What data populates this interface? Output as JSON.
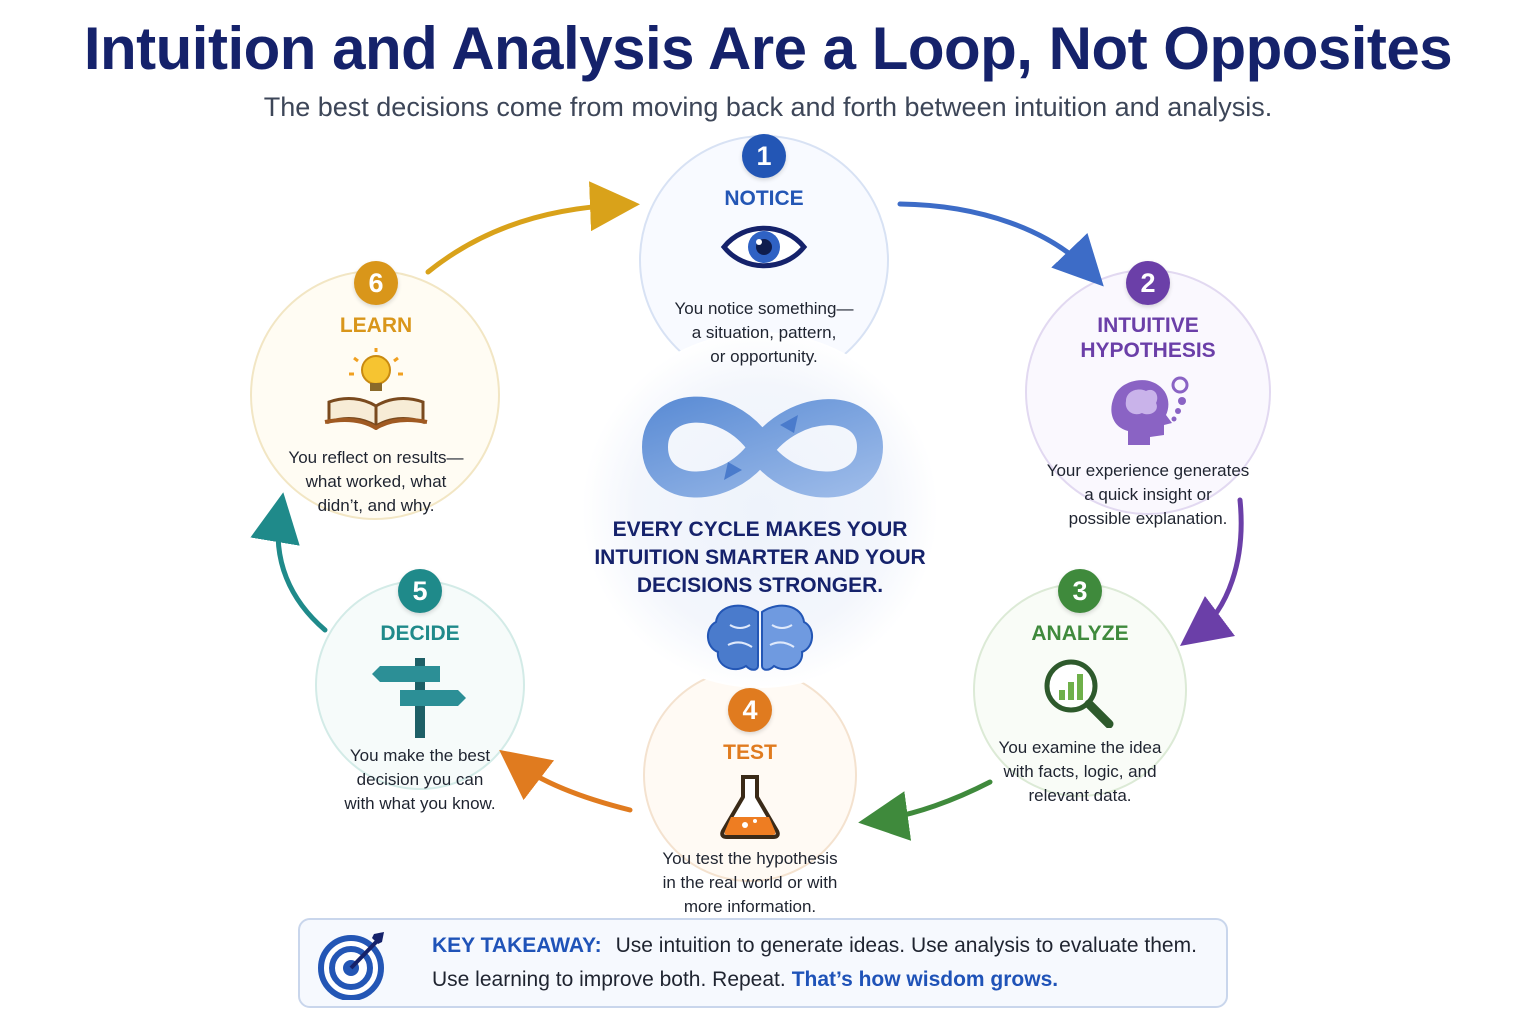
{
  "title": "Intuition and Analysis Are a Loop, Not Opposites",
  "subtitle": "The best decisions come from moving back and forth between intuition and analysis.",
  "colors": {
    "navy": "#15226b",
    "blue": "#2356b5",
    "purple": "#6b3fa8",
    "green": "#3f8a3c",
    "orange": "#e07b1f",
    "teal": "#1f8a8a",
    "gold": "#d9a21a"
  },
  "stages": [
    {
      "number": "1",
      "title": "NOTICE",
      "icon": "eye-icon",
      "description": "You notice something—\na situation, pattern,\nor opportunity."
    },
    {
      "number": "2",
      "title": "INTUITIVE\nHYPOTHESIS",
      "icon": "head-thought-icon",
      "description": "Your experience generates\na quick insight or\npossible explanation."
    },
    {
      "number": "3",
      "title": "ANALYZE",
      "icon": "magnifier-chart-icon",
      "description": "You examine the idea\nwith facts, logic, and\nrelevant data."
    },
    {
      "number": "4",
      "title": "TEST",
      "icon": "flask-icon",
      "description": "You test the hypothesis\nin the real world or with\nmore information."
    },
    {
      "number": "5",
      "title": "DECIDE",
      "icon": "signpost-icon",
      "description": "You make the best\ndecision you can\nwith what you know."
    },
    {
      "number": "6",
      "title": "LEARN",
      "icon": "lightbulb-book-icon",
      "description": "You reflect on results—\nwhat worked, what\ndidn’t, and why."
    }
  ],
  "center": {
    "icon_top": "infinity-loop-icon",
    "text": "EVERY CYCLE MAKES YOUR\nINTUITION SMARTER AND YOUR\nDECISIONS STRONGER.",
    "icon_bottom": "brain-icon"
  },
  "takeaway": {
    "icon": "target-icon",
    "label": "KEY TAKEAWAY:",
    "line1": "Use intuition to generate ideas. Use analysis to evaluate them.",
    "line2": "Use learning to improve both. Repeat.",
    "highlight": "That’s how wisdom grows."
  }
}
